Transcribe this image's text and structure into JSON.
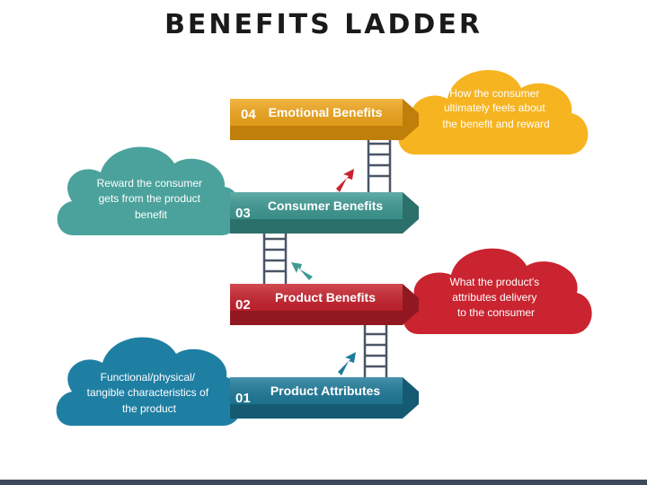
{
  "title": "BENEFITS LADDER",
  "steps": [
    {
      "number": "01",
      "label": "Product Attributes",
      "color": "#1e7b9a",
      "dark": "#155a72",
      "cloud_color": "#1f7fa3",
      "description": [
        "Functional/physical/",
        "tangible characteristics of",
        "the product"
      ]
    },
    {
      "number": "02",
      "label": "Product Benefits",
      "color": "#c8232e",
      "dark": "#911820",
      "cloud_color": "#c92430",
      "description": [
        "What the product's",
        "attributes delivery",
        "to the consumer"
      ]
    },
    {
      "number": "03",
      "label": "Consumer Benefits",
      "color": "#3f9a94",
      "dark": "#2c706b",
      "cloud_color": "#4ba29c",
      "description": [
        "Reward the consumer",
        "gets from the product",
        "benefit"
      ]
    },
    {
      "number": "04",
      "label": "Emotional Benefits",
      "color": "#f2a81c",
      "dark": "#c07e0a",
      "cloud_color": "#f6b420",
      "description": [
        "How the consumer",
        "ultimately feels about",
        "the benefit and reward"
      ]
    }
  ]
}
